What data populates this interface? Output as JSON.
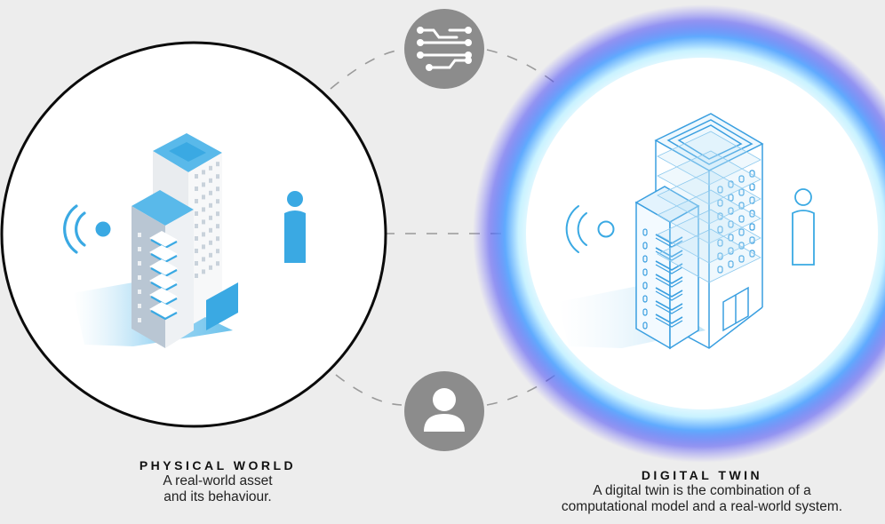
{
  "physical": {
    "title": "PHYSICAL WORLD",
    "description_lines": [
      "A real-world asset",
      "and its behaviour."
    ]
  },
  "digital": {
    "title": "DIGITAL TWIN",
    "description_lines": [
      "A digital twin is the combination of a",
      "computational model and a real-world system."
    ]
  },
  "icons": {
    "top_connector": "circuit-chip-icon",
    "bottom_connector": "user-icon",
    "physical_signal": "wireless-signal-icon",
    "physical_person": "person-icon",
    "digital_signal": "wireless-signal-outline-icon",
    "digital_person": "person-outline-icon"
  },
  "colors": {
    "background": "#ededed",
    "accent_blue": "#3aa9e3",
    "glow": "#4a5bff",
    "connector_grey": "#8c8c8c"
  }
}
